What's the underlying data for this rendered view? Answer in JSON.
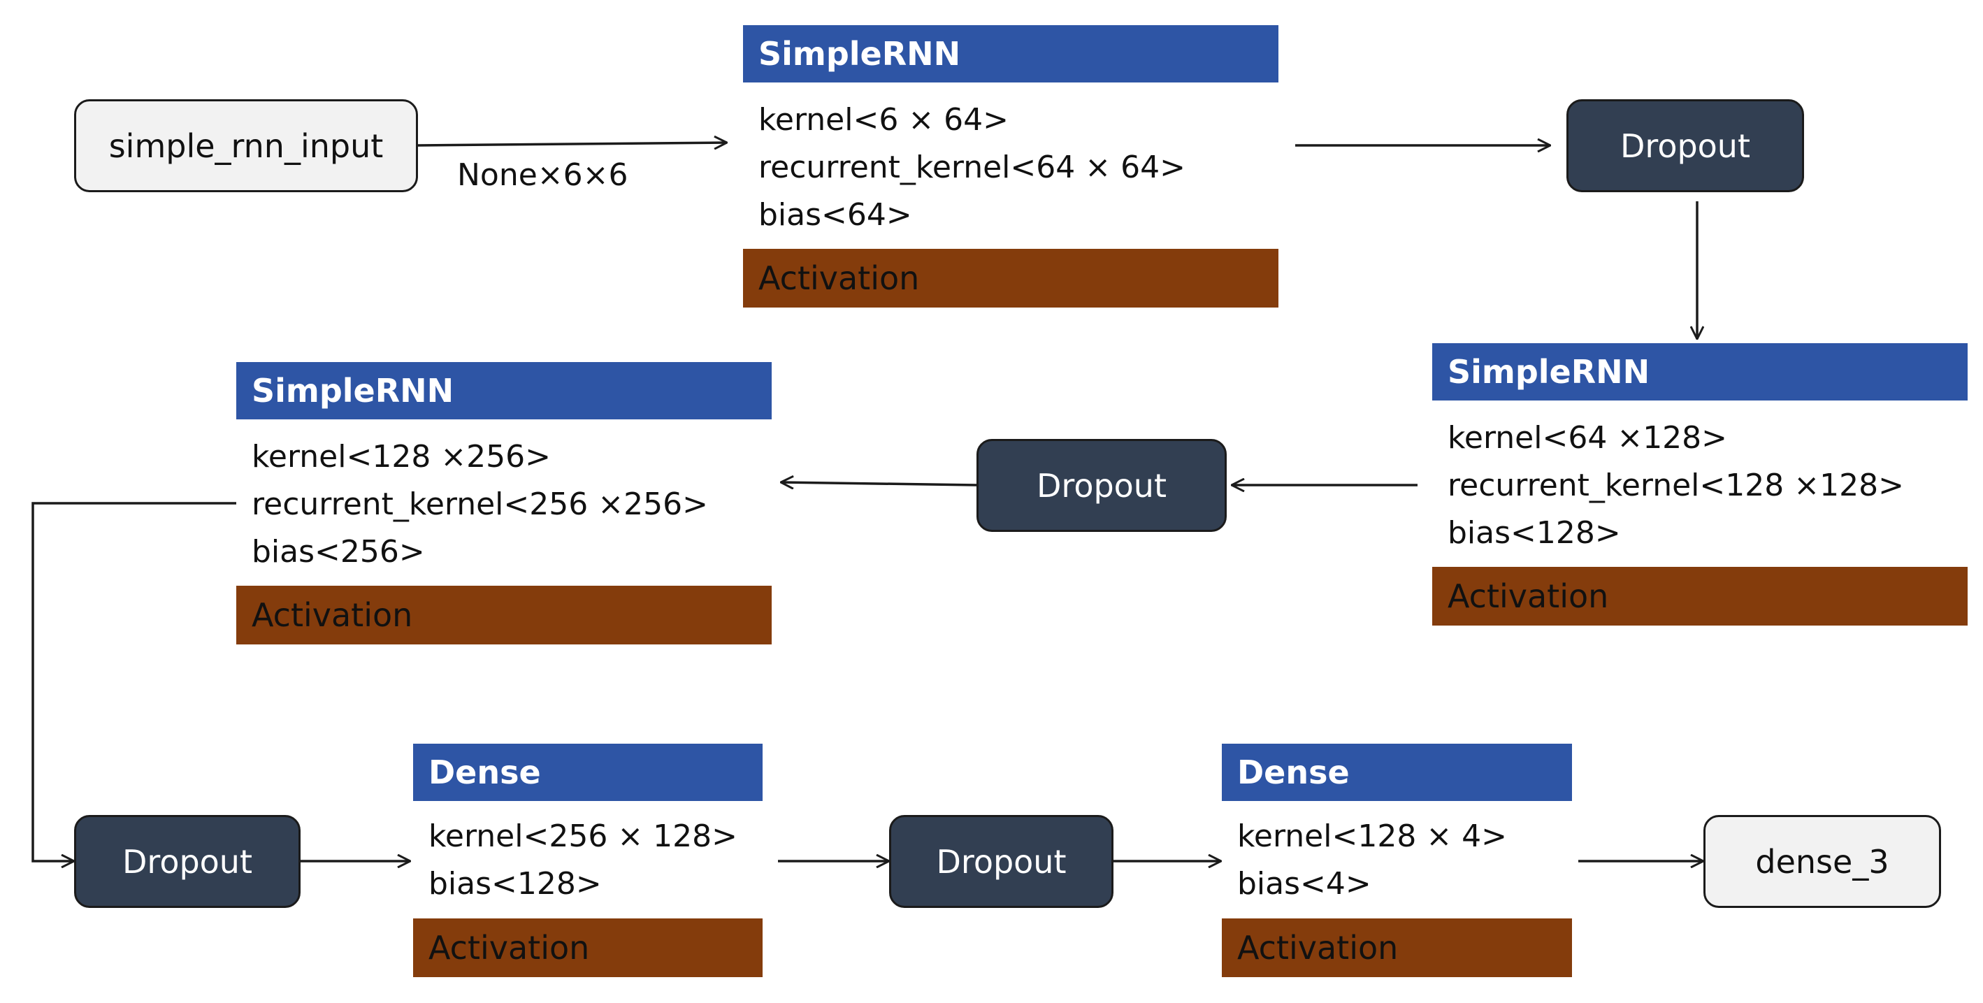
{
  "nodes": {
    "input": "simple_rnn_input",
    "output": "dense_3",
    "dropout_1": "Dropout",
    "dropout_2": "Dropout",
    "dropout_3": "Dropout",
    "dropout_4": "Dropout"
  },
  "edge_labels": {
    "input_shape": "None×6×6"
  },
  "layers": {
    "rnn_1": {
      "title": "SimpleRNN",
      "params": [
        "kernel<6 × 64>",
        "recurrent_kernel<64 × 64>",
        "bias<64>"
      ],
      "footer": "Activation"
    },
    "rnn_2": {
      "title": "SimpleRNN",
      "params": [
        "kernel<64 ×128>",
        "recurrent_kernel<128 ×128>",
        "bias<128>"
      ],
      "footer": "Activation"
    },
    "rnn_3": {
      "title": "SimpleRNN",
      "params": [
        "kernel<128 ×256>",
        "recurrent_kernel<256 ×256>",
        "bias<256>"
      ],
      "footer": "Activation"
    },
    "dense_1": {
      "title": "Dense",
      "params": [
        "kernel<256 × 128>",
        "bias<128>"
      ],
      "footer": "Activation"
    },
    "dense_2": {
      "title": "Dense",
      "params": [
        "kernel<128 × 4>",
        "bias<4>"
      ],
      "footer": "Activation"
    }
  },
  "colors": {
    "layer_header": "#2e55a5",
    "activation": "#843c0c",
    "dark_node": "#323f52",
    "light_node": "#f2f2f2",
    "line": "#1b1b1b"
  }
}
